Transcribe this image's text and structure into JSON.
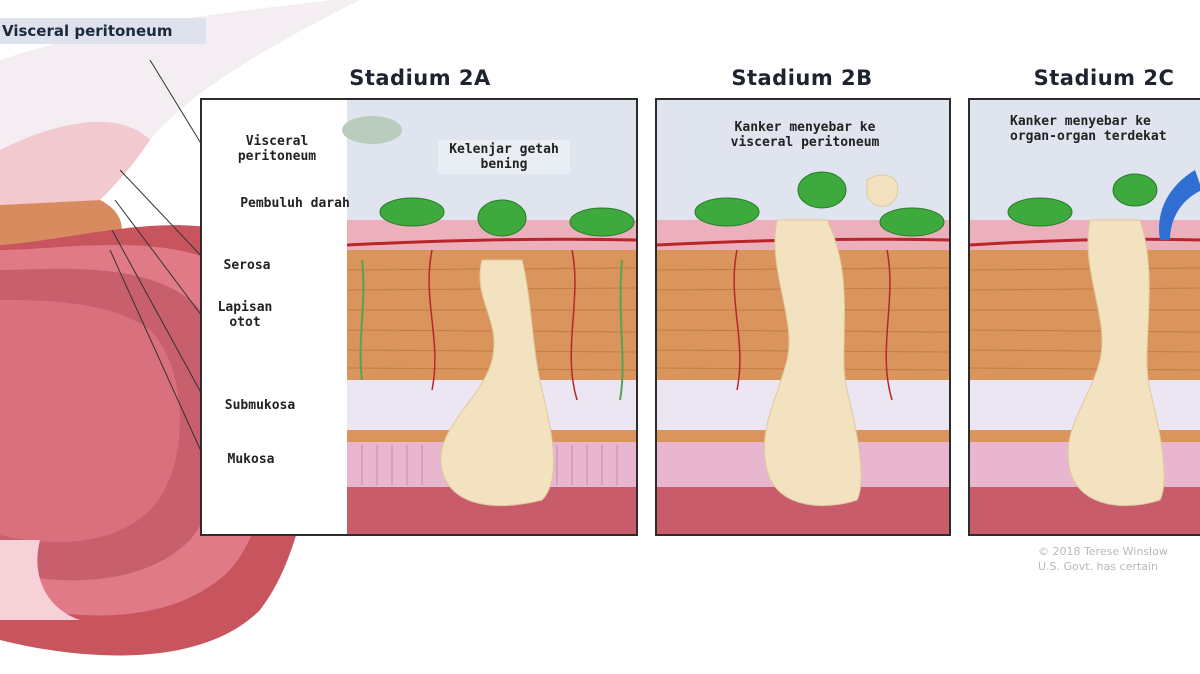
{
  "top_label": "Visceral peritoneum",
  "stages": [
    {
      "title": "Stadium 2A"
    },
    {
      "title": "Stadium 2B",
      "callout_line1": "Kanker menyebar ke",
      "callout_line2": "visceral peritoneum"
    },
    {
      "title": "Stadium 2C",
      "callout_line1": "Kanker menyebar ke",
      "callout_line2": "organ-organ terdekat"
    }
  ],
  "layer_labels": {
    "visceral_line1": "Visceral",
    "visceral_line2": "peritoneum",
    "vessel": "Pembuluh darah",
    "serosa": "Serosa",
    "muscle_line1": "Lapisan",
    "muscle_line2": "otot",
    "submucosa": "Submukosa",
    "mucosa": "Mukosa",
    "lymph_line1": "Kelenjar getah",
    "lymph_line2": "bening"
  },
  "credit": {
    "line1": "© 2018 Terese Winslow",
    "line2": "U.S. Govt. has certain"
  },
  "colors": {
    "serosa": "#e9a5b2",
    "muscle": "#d9955b",
    "submucosa": "#ece6f2",
    "mucosa": "#e8b7cf",
    "lymph_node": "#3eaa3e",
    "tumor": "#f3e2c0",
    "vessel": "#b8262a"
  }
}
